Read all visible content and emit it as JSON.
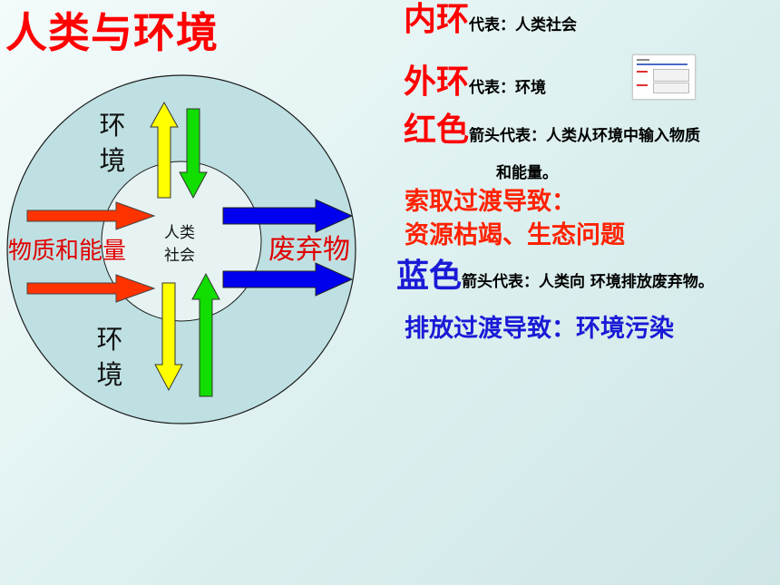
{
  "title": "人类与环境",
  "diagram": {
    "inner_label_line1": "人类",
    "inner_label_line2": "社会",
    "env_char1": "环",
    "env_char2": "境",
    "left_label": "物质和能量",
    "right_label": "废弃物"
  },
  "legend": {
    "inner": {
      "big": "内环",
      "small": "代表：人类社会"
    },
    "outer": {
      "big": "外环",
      "small": "代表：环境"
    },
    "red": {
      "big": "红色",
      "small": "箭头代表：人类从环境中输入物质",
      "small2": "和能量。"
    },
    "red_cause_line1": "索取过渡导致：",
    "red_cause_line2": "资源枯竭、生态问题",
    "blue": {
      "big": "蓝色",
      "small": "箭头代表：人类向 环境排放废弃物。"
    },
    "blue_cause": "排放过渡导致：环境污染"
  },
  "colors": {
    "title_red": "#ff0000",
    "outer_ring": "#bfe0e2",
    "inner_disc": "#e7f3f3",
    "arrow_red": "#ff3300",
    "arrow_blue": "#0000ee",
    "arrow_yellow": "#ffff00",
    "arrow_green": "#11dd00",
    "cause_red": "#ff2200",
    "cause_blue": "#1a1ad6"
  }
}
